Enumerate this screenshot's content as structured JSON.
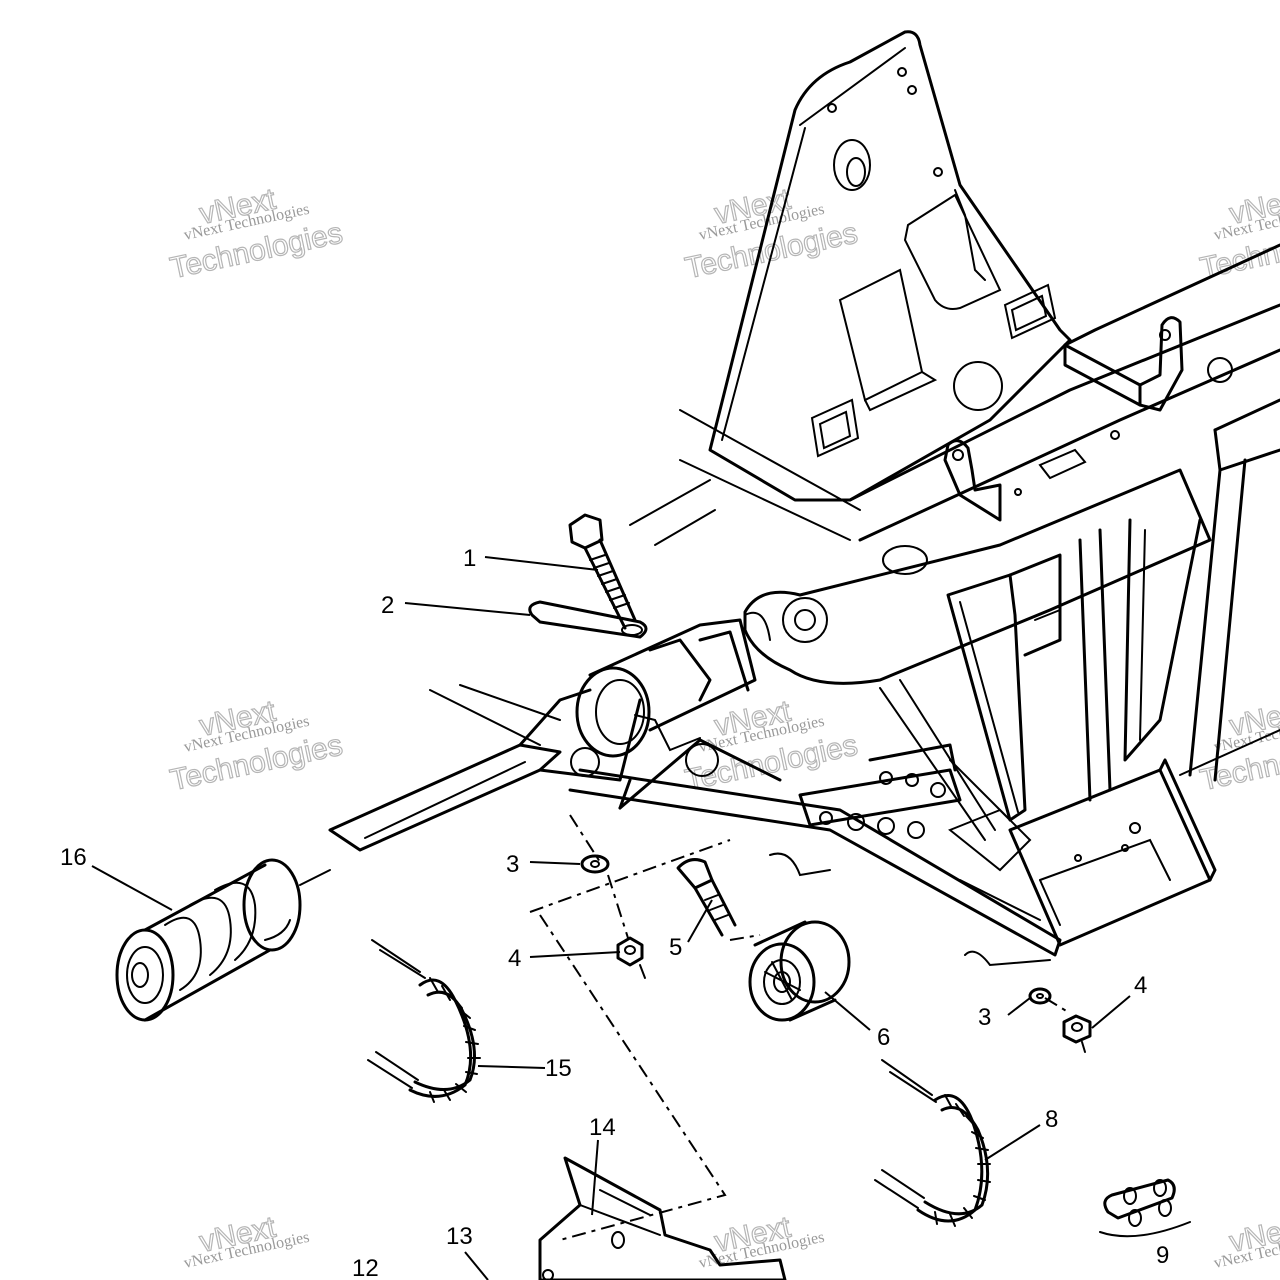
{
  "diagram": {
    "callouts": [
      "1",
      "2",
      "3",
      "3",
      "4",
      "4",
      "5",
      "6",
      "8",
      "9",
      "12",
      "13",
      "14",
      "15",
      "16"
    ],
    "watermark": {
      "line_small": "vNext Technologies",
      "line_top": "vNext",
      "line_bottom": "Technologies"
    }
  }
}
